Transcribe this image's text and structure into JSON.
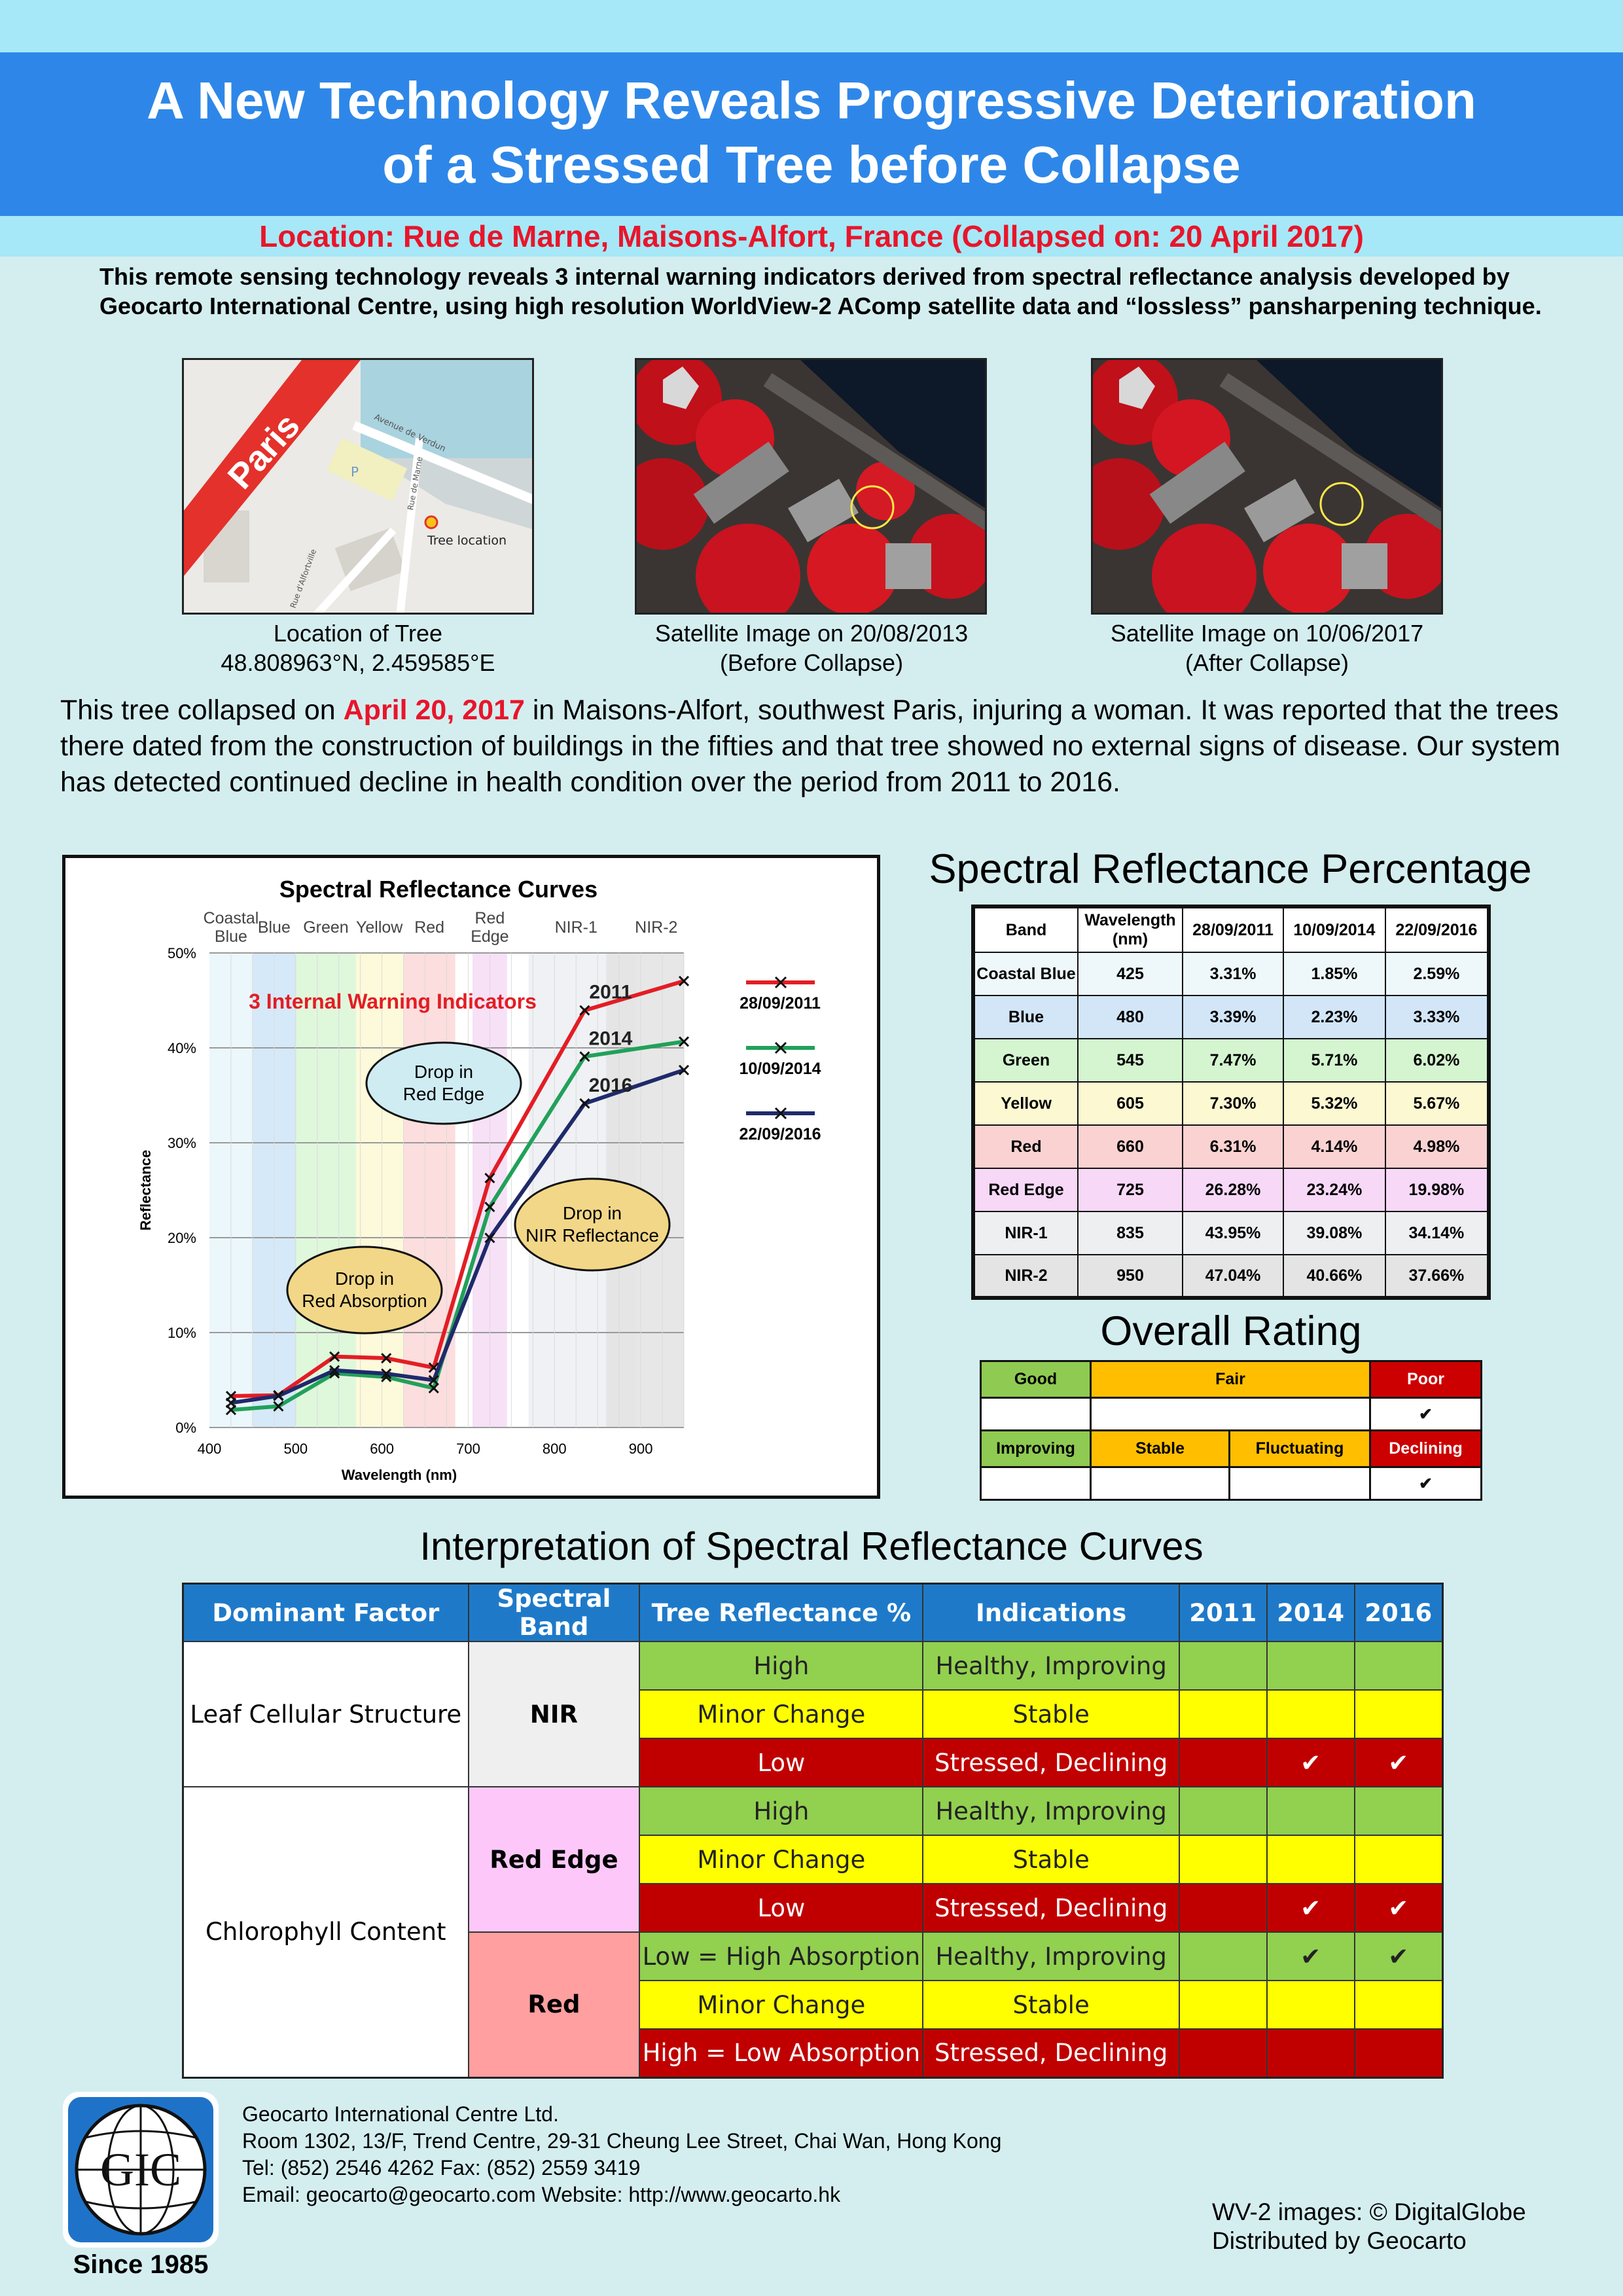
{
  "title_line1": "A New Technology Reveals Progressive Deterioration",
  "title_line2": "of a Stressed Tree before Collapse",
  "location": "Location: Rue de Marne, Maisons-Alfort, France (Collapsed on: 20 April 2017)",
  "intro": "This remote sensing technology reveals 3 internal warning indicators derived from spectral reflectance analysis developed by Geocarto International Centre, using high resolution WorldView-2 AComp satellite data and “lossless” pansharpening technique.",
  "map": {
    "paris": "Paris",
    "tree_location": "Tree location",
    "road1": "Avenue de Verdun",
    "road2": "Rue de Marne",
    "road3": "Rue d'Alfortville",
    "parking": "P",
    "caption1": "Location of Tree",
    "caption2": "48.808963°N, 2.459585°E"
  },
  "sat1": {
    "caption1": "Satellite Image on 20/08/2013",
    "caption2": "(Before Collapse)"
  },
  "sat2": {
    "caption1": "Satellite Image on 10/06/2017",
    "caption2": "(After Collapse)"
  },
  "para_part1": "This tree collapsed on ",
  "para_date": "April 20, 2017",
  "para_part2": " in Maisons-Alfort, southwest Paris, injuring a woman.  It was reported that the trees there dated from the construction of buildings in the fifties and that tree showed no external signs of disease. Our system has detected continued decline in health condition over the period from 2011 to 2016.",
  "chart_data": {
    "type": "line",
    "title": "Spectral Reflectance Curves",
    "xlabel": "Wavelength (nm)",
    "ylabel": "Reflectance",
    "x": [
      425,
      480,
      545,
      605,
      660,
      725,
      835,
      950
    ],
    "xlim": [
      400,
      950
    ],
    "ylim": [
      0,
      50
    ],
    "xticks": [
      "400",
      "500",
      "600",
      "700",
      "800",
      "900"
    ],
    "yticks": [
      "0%",
      "10%",
      "20%",
      "30%",
      "40%",
      "50%"
    ],
    "grid": true,
    "bands": [
      {
        "label": "Coastal Blue",
        "from": 400,
        "to": 450,
        "color": "#e9f6fb"
      },
      {
        "label": "Blue",
        "from": 450,
        "to": 500,
        "color": "#cfe5f7"
      },
      {
        "label": "Green",
        "from": 500,
        "to": 570,
        "color": "#d9f7d6"
      },
      {
        "label": "Yellow",
        "from": 570,
        "to": 625,
        "color": "#fcf9d4"
      },
      {
        "label": "Red",
        "from": 625,
        "to": 685,
        "color": "#fbd8d8"
      },
      {
        "label": "Red Edge",
        "from": 705,
        "to": 745,
        "color": "#f4dcf6"
      },
      {
        "label": "NIR-1",
        "from": 770,
        "to": 895,
        "color": "#eceef2"
      },
      {
        "label": "NIR-2",
        "from": 860,
        "to": 950,
        "color": "#e3e3e3"
      }
    ],
    "series": [
      {
        "name": "28/09/2011",
        "label": "2011",
        "color": "#e31d24",
        "values": [
          3.31,
          3.39,
          7.47,
          7.3,
          6.31,
          26.28,
          43.95,
          47.04
        ]
      },
      {
        "name": "10/09/2014",
        "label": "2014",
        "color": "#21a15a",
        "values": [
          1.85,
          2.23,
          5.71,
          5.32,
          4.14,
          23.24,
          39.08,
          40.66
        ]
      },
      {
        "name": "22/09/2016",
        "label": "2016",
        "color": "#1f2a6b",
        "values": [
          2.59,
          3.33,
          6.02,
          5.67,
          4.98,
          19.98,
          34.14,
          37.66
        ]
      }
    ],
    "annotations": {
      "warning": "3 Internal Warning Indicators",
      "red_edge": "Drop in Red Edge",
      "nir": "Drop in NIR Reflectance",
      "red_abs": "Drop in Red Absorption"
    }
  },
  "srp": {
    "title": "Spectral Reflectance Percentage",
    "headers": [
      "Band",
      "Wavelength (nm)",
      "28/09/2011",
      "10/09/2014",
      "22/09/2016"
    ],
    "rows": [
      {
        "band": "Coastal Blue",
        "wl": "425",
        "v1": "3.31%",
        "v2": "1.85%",
        "v3": "2.59%",
        "color": "#eef8fb"
      },
      {
        "band": "Blue",
        "wl": "480",
        "v1": "3.39%",
        "v2": "2.23%",
        "v3": "3.33%",
        "color": "#d2e6f8"
      },
      {
        "band": "Green",
        "wl": "545",
        "v1": "7.47%",
        "v2": "5.71%",
        "v3": "6.02%",
        "color": "#d4f5d0"
      },
      {
        "band": "Yellow",
        "wl": "605",
        "v1": "7.30%",
        "v2": "5.32%",
        "v3": "5.67%",
        "color": "#fcf8d2"
      },
      {
        "band": "Red",
        "wl": "660",
        "v1": "6.31%",
        "v2": "4.14%",
        "v3": "4.98%",
        "color": "#fbd2d2"
      },
      {
        "band": "Red Edge",
        "wl": "725",
        "v1": "26.28%",
        "v2": "23.24%",
        "v3": "19.98%",
        "color": "#f7d8f7"
      },
      {
        "band": "NIR-1",
        "wl": "835",
        "v1": "43.95%",
        "v2": "39.08%",
        "v3": "34.14%",
        "color": "#eeeff1"
      },
      {
        "band": "NIR-2",
        "wl": "950",
        "v1": "47.04%",
        "v2": "40.66%",
        "v3": "37.66%",
        "color": "#e4e4e4"
      }
    ]
  },
  "rating": {
    "title": "Overall Rating",
    "good": "Good",
    "fair": "Fair",
    "poor": "Poor",
    "improving": "Improving",
    "stable": "Stable",
    "fluctuating": "Fluctuating",
    "declining": "Declining",
    "check": "✔"
  },
  "interp": {
    "title": "Interpretation of Spectral Reflectance Curves",
    "headers": [
      "Dominant Factor",
      "Spectral Band",
      "Tree Reflectance %",
      "Indications",
      "2011",
      "2014",
      "2016"
    ],
    "factor1": "Leaf Cellular Structure",
    "factor2": "Chlorophyll Content",
    "band_nir": "NIR",
    "band_rededge": "Red Edge",
    "band_red": "Red",
    "rows": [
      {
        "refl": "High",
        "ind": "Healthy, Improving",
        "c2014": "",
        "c2016": ""
      },
      {
        "refl": "Minor Change",
        "ind": "Stable",
        "c2014": "",
        "c2016": ""
      },
      {
        "refl": "Low",
        "ind": "Stressed, Declining",
        "c2014": "✔",
        "c2016": "✔"
      },
      {
        "refl": "High",
        "ind": "Healthy, Improving",
        "c2014": "",
        "c2016": ""
      },
      {
        "refl": "Minor Change",
        "ind": "Stable",
        "c2014": "",
        "c2016": ""
      },
      {
        "refl": "Low",
        "ind": "Stressed, Declining",
        "c2014": "✔",
        "c2016": "✔"
      },
      {
        "refl": "Low = High Absorption",
        "ind": "Healthy, Improving",
        "c2014": "✔",
        "c2016": "✔"
      },
      {
        "refl": "Minor Change",
        "ind": "Stable",
        "c2014": "",
        "c2016": ""
      },
      {
        "refl": "High = Low Absorption",
        "ind": "Stressed, Declining",
        "c2014": "",
        "c2016": ""
      }
    ]
  },
  "logo": {
    "text": "GIC",
    "since": "Since 1985"
  },
  "footer": {
    "line1": "Geocarto International Centre Ltd.",
    "line2": "Room 1302, 13/F, Trend Centre, 29-31 Cheung Lee Street, Chai Wan, Hong Kong",
    "line3": "Tel: (852) 2546 4262     Fax: (852) 2559 3419",
    "line4": "Email: geocarto@geocarto.com    Website: http://www.geocarto.hk"
  },
  "credit": {
    "line1": "WV-2 images: © DigitalGlobe",
    "line2": "Distributed by Geocarto"
  }
}
